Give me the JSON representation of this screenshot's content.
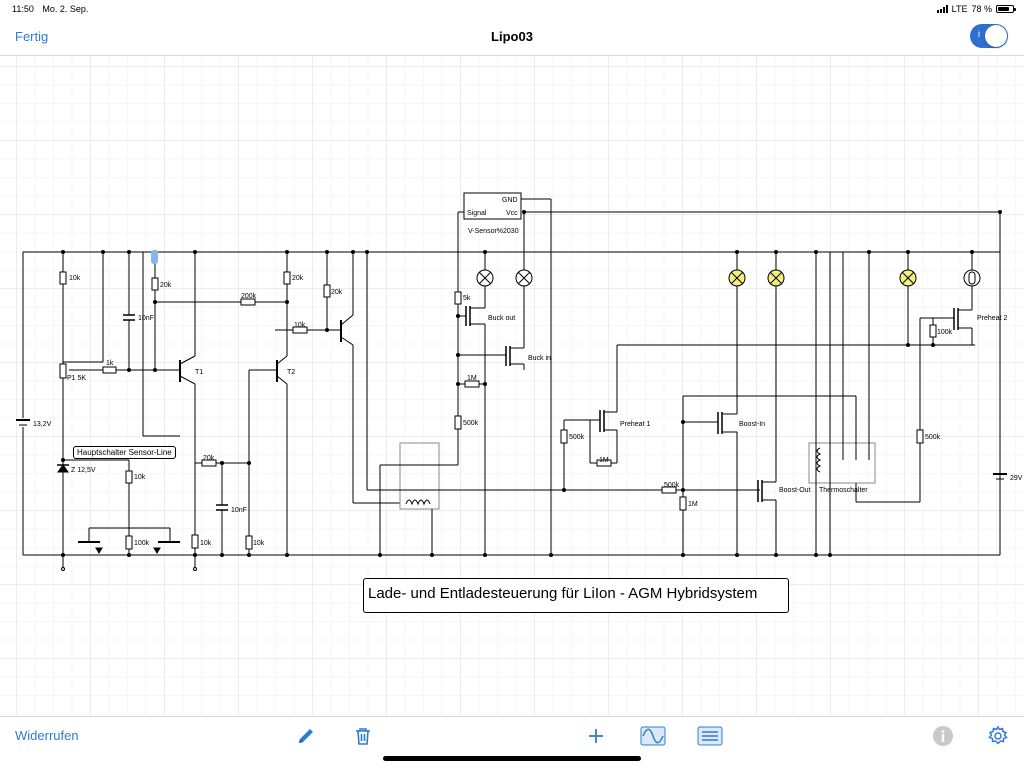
{
  "status_bar": {
    "time": "11:50",
    "date": "Mo. 2. Sep.",
    "network": "LTE",
    "battery_percent": "78 %"
  },
  "nav": {
    "done_label": "Fertig",
    "title": "Lipo03",
    "toggle_label": "i",
    "toggle_on": true,
    "accent_color": "#2f7bd2"
  },
  "schematic": {
    "caption": "Lade- und Entladesteuerung für LiIon - AGM Hybridsystem",
    "main_switch_label": "Hauptschalter Sensor-Line",
    "sensor_block": {
      "gnd": "GND",
      "signal": "Signal",
      "vcc": "Vcc",
      "name": "V-Sensor%2030"
    },
    "labels": {
      "r10k_top": "10k",
      "r20k_a": "20k",
      "r200k": "200k",
      "r20k_b": "20k",
      "r20k_c": "20k",
      "r10k_base": "10k",
      "c10nf_a": "10nF",
      "p1": "P1 5K",
      "r1k": "1k",
      "t1": "T1",
      "t2": "T2",
      "bat13": "13,2V",
      "zener": "Z 12,5V",
      "r10k_z": "10k",
      "r100k_l": "100k",
      "r10k_bl": "10k",
      "r20k_d": "20k",
      "c10nf_b": "10nF",
      "r10k_br": "10k",
      "r5k": "5k",
      "buck_out": "Buck out",
      "buck_in": "Buck in",
      "r1m_a": "1M",
      "r500k_a": "500k",
      "preheat1": "Preheat 1",
      "r500k_b": "500k",
      "r1m_b": "1M",
      "boost_in": "Boost-In",
      "r500k_c": "500k",
      "r1m_c": "1M",
      "boost_out": "Boost-Out",
      "thermo": "Thermoschalter",
      "r100k_r": "100k",
      "preheat2": "Preheat 2",
      "r500k_d": "500k",
      "bat29": "29V"
    }
  },
  "toolbar": {
    "undo_label": "Widerrufen"
  }
}
